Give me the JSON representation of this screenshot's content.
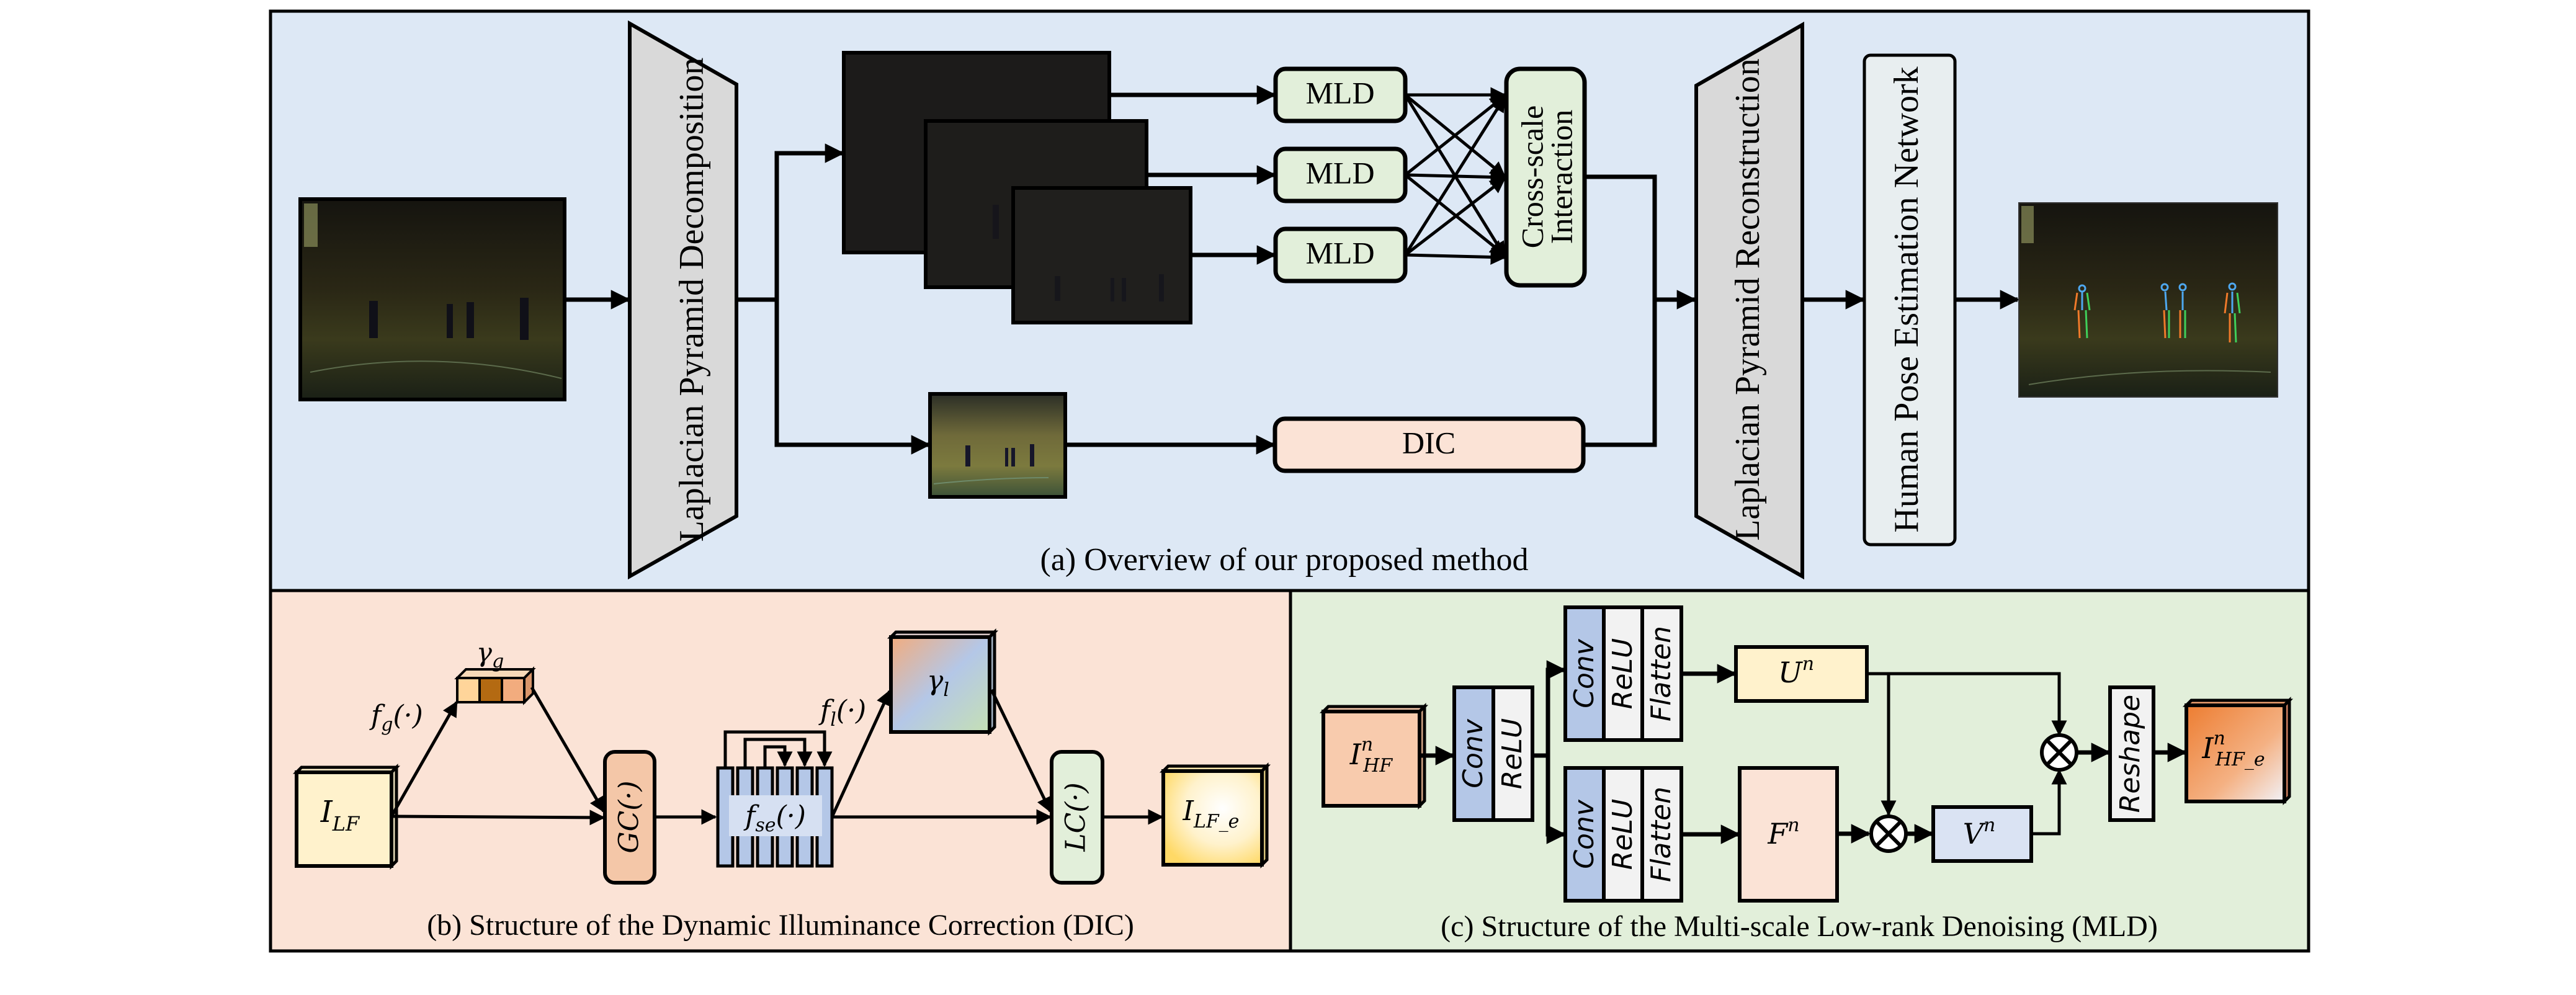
{
  "colors": {
    "panel_a_bg": "#DDE8F5",
    "panel_b_bg": "#FBE3D6",
    "panel_c_bg": "#E2EFDA",
    "trapezoid_fill": "#D9D9D9",
    "mld_fill": "#E2EFDA",
    "dic_fill": "#FBE3D6",
    "hpe_fill": "#E8EEF0",
    "gc_fill": "#F4C7A8",
    "lc_fill": "#E2EFDA",
    "fse_fill": "#B4C7E7",
    "ilf_fill": "#FFF2CC",
    "ihf_fill": "#F8CBAD",
    "un_fill": "#FFF2CC",
    "fn_fill": "#FBE3D6",
    "vn_fill": "#DAE3F3",
    "conv_fill": "#B4C7E7",
    "relu_fill": "#F2F2F2",
    "gamma_g_cells": [
      "#FFD59A",
      "#B46A12",
      "#F2AC7E"
    ]
  },
  "panel_a": {
    "caption": "(a) Overview of our proposed method",
    "decomposition_label": "Laplacian Pyramid Decomposition",
    "reconstruction_label": "Laplacian Pyramid Reconstruction",
    "pose_network_label": "Human Pose Estimation Network",
    "mld_labels": [
      "MLD",
      "MLD",
      "MLD"
    ],
    "cross_scale_label_line1": "Cross-scale",
    "cross_scale_label_line2": "Interaction",
    "dic_label": "DIC",
    "images": {
      "input": "low-light basketball court scene (input)",
      "high_freq_levels": "three high-frequency pyramid levels",
      "low_freq": "low-frequency component",
      "output": "pose estimation result with skeletons"
    }
  },
  "panel_b": {
    "caption": "(b) Structure of the Dynamic Illuminance Correction (DIC)",
    "input": {
      "base": "I",
      "sub": "LF"
    },
    "fg": {
      "base": "f",
      "sub": "g",
      "suffix": "(·)"
    },
    "gamma_g": {
      "base": "γ",
      "sub": "g"
    },
    "gc": "GC(·)",
    "fse": {
      "base": "f",
      "sub": "se",
      "suffix": "(·)"
    },
    "fl": {
      "base": "f",
      "sub": "l",
      "suffix": "(·)"
    },
    "gamma_l": {
      "base": "γ",
      "sub": "l"
    },
    "lc": "LC(·)",
    "output": {
      "base": "I",
      "sub": "LF_e"
    }
  },
  "panel_c": {
    "caption": "(c) Structure of the Multi-scale Low-rank Denoising (MLD)",
    "input": {
      "base": "I",
      "sup": "n",
      "sub": "HF"
    },
    "first_block": [
      "Conv",
      "ReLU"
    ],
    "branch_block": [
      "Conv",
      "ReLU",
      "Flatten"
    ],
    "u": {
      "base": "U",
      "sup": "n"
    },
    "f": {
      "base": "F",
      "sup": "n"
    },
    "v": {
      "base": "V",
      "sup": "n"
    },
    "multiply_symbol": "⊗",
    "reshape": "Reshape",
    "output": {
      "base": "I",
      "sup": "n",
      "sub": "HF_e"
    }
  }
}
